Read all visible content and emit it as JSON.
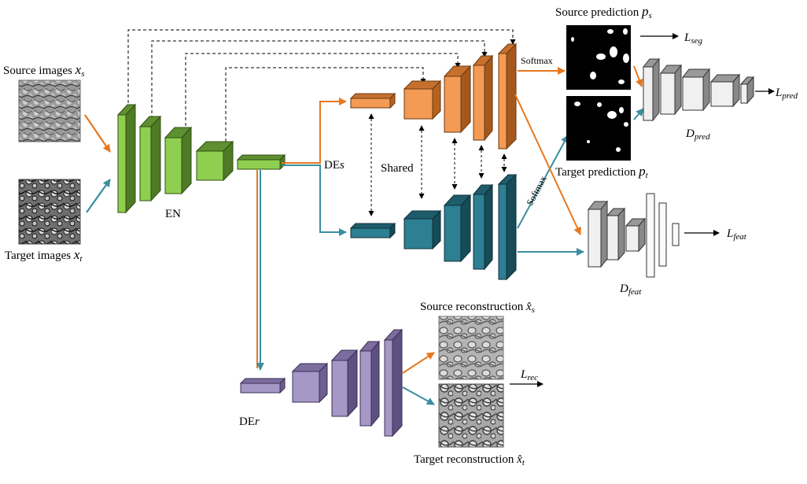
{
  "labels": {
    "source_images": "Source images",
    "source_images_sym": "x",
    "source_images_sub": "s",
    "target_images": "Target images",
    "target_images_sym": "x",
    "target_images_sub": "t",
    "encoder": "EN",
    "decoder_source": "DE",
    "decoder_source_sub": "s",
    "decoder_recon": "DE",
    "decoder_recon_sub": "r",
    "shared": "Shared",
    "softmax_top": "Softmax",
    "softmax_bottom": "Softmax",
    "source_prediction": "Source prediction",
    "source_prediction_sym": "p",
    "source_prediction_sub": "s",
    "target_prediction": "Target prediction",
    "target_prediction_sym": "p",
    "target_prediction_sub": "t",
    "source_reconstruction": "Source reconstruction",
    "source_reconstruction_sym": "x̂",
    "source_reconstruction_sub": "s",
    "target_reconstruction": "Target reconstruction",
    "target_reconstruction_sym": "x̂",
    "target_reconstruction_sub": "t",
    "d_pred": "D",
    "d_pred_sub": "pred",
    "d_feat": "D",
    "d_feat_sub": "feat",
    "loss_seg": "L",
    "loss_seg_sub": "seg",
    "loss_pred": "L",
    "loss_pred_sub": "pred",
    "loss_feat": "L",
    "loss_feat_sub": "feat",
    "loss_rec": "L",
    "loss_rec_sub": "rec"
  },
  "colors": {
    "encoder": "#8fcf4f",
    "decoder_source": "#f39a55",
    "decoder_target": "#2d7f92",
    "decoder_recon": "#a597c6",
    "discriminator": "#e8e8e8",
    "arrow_source": "#e8781e",
    "arrow_target": "#3a8ea0"
  }
}
